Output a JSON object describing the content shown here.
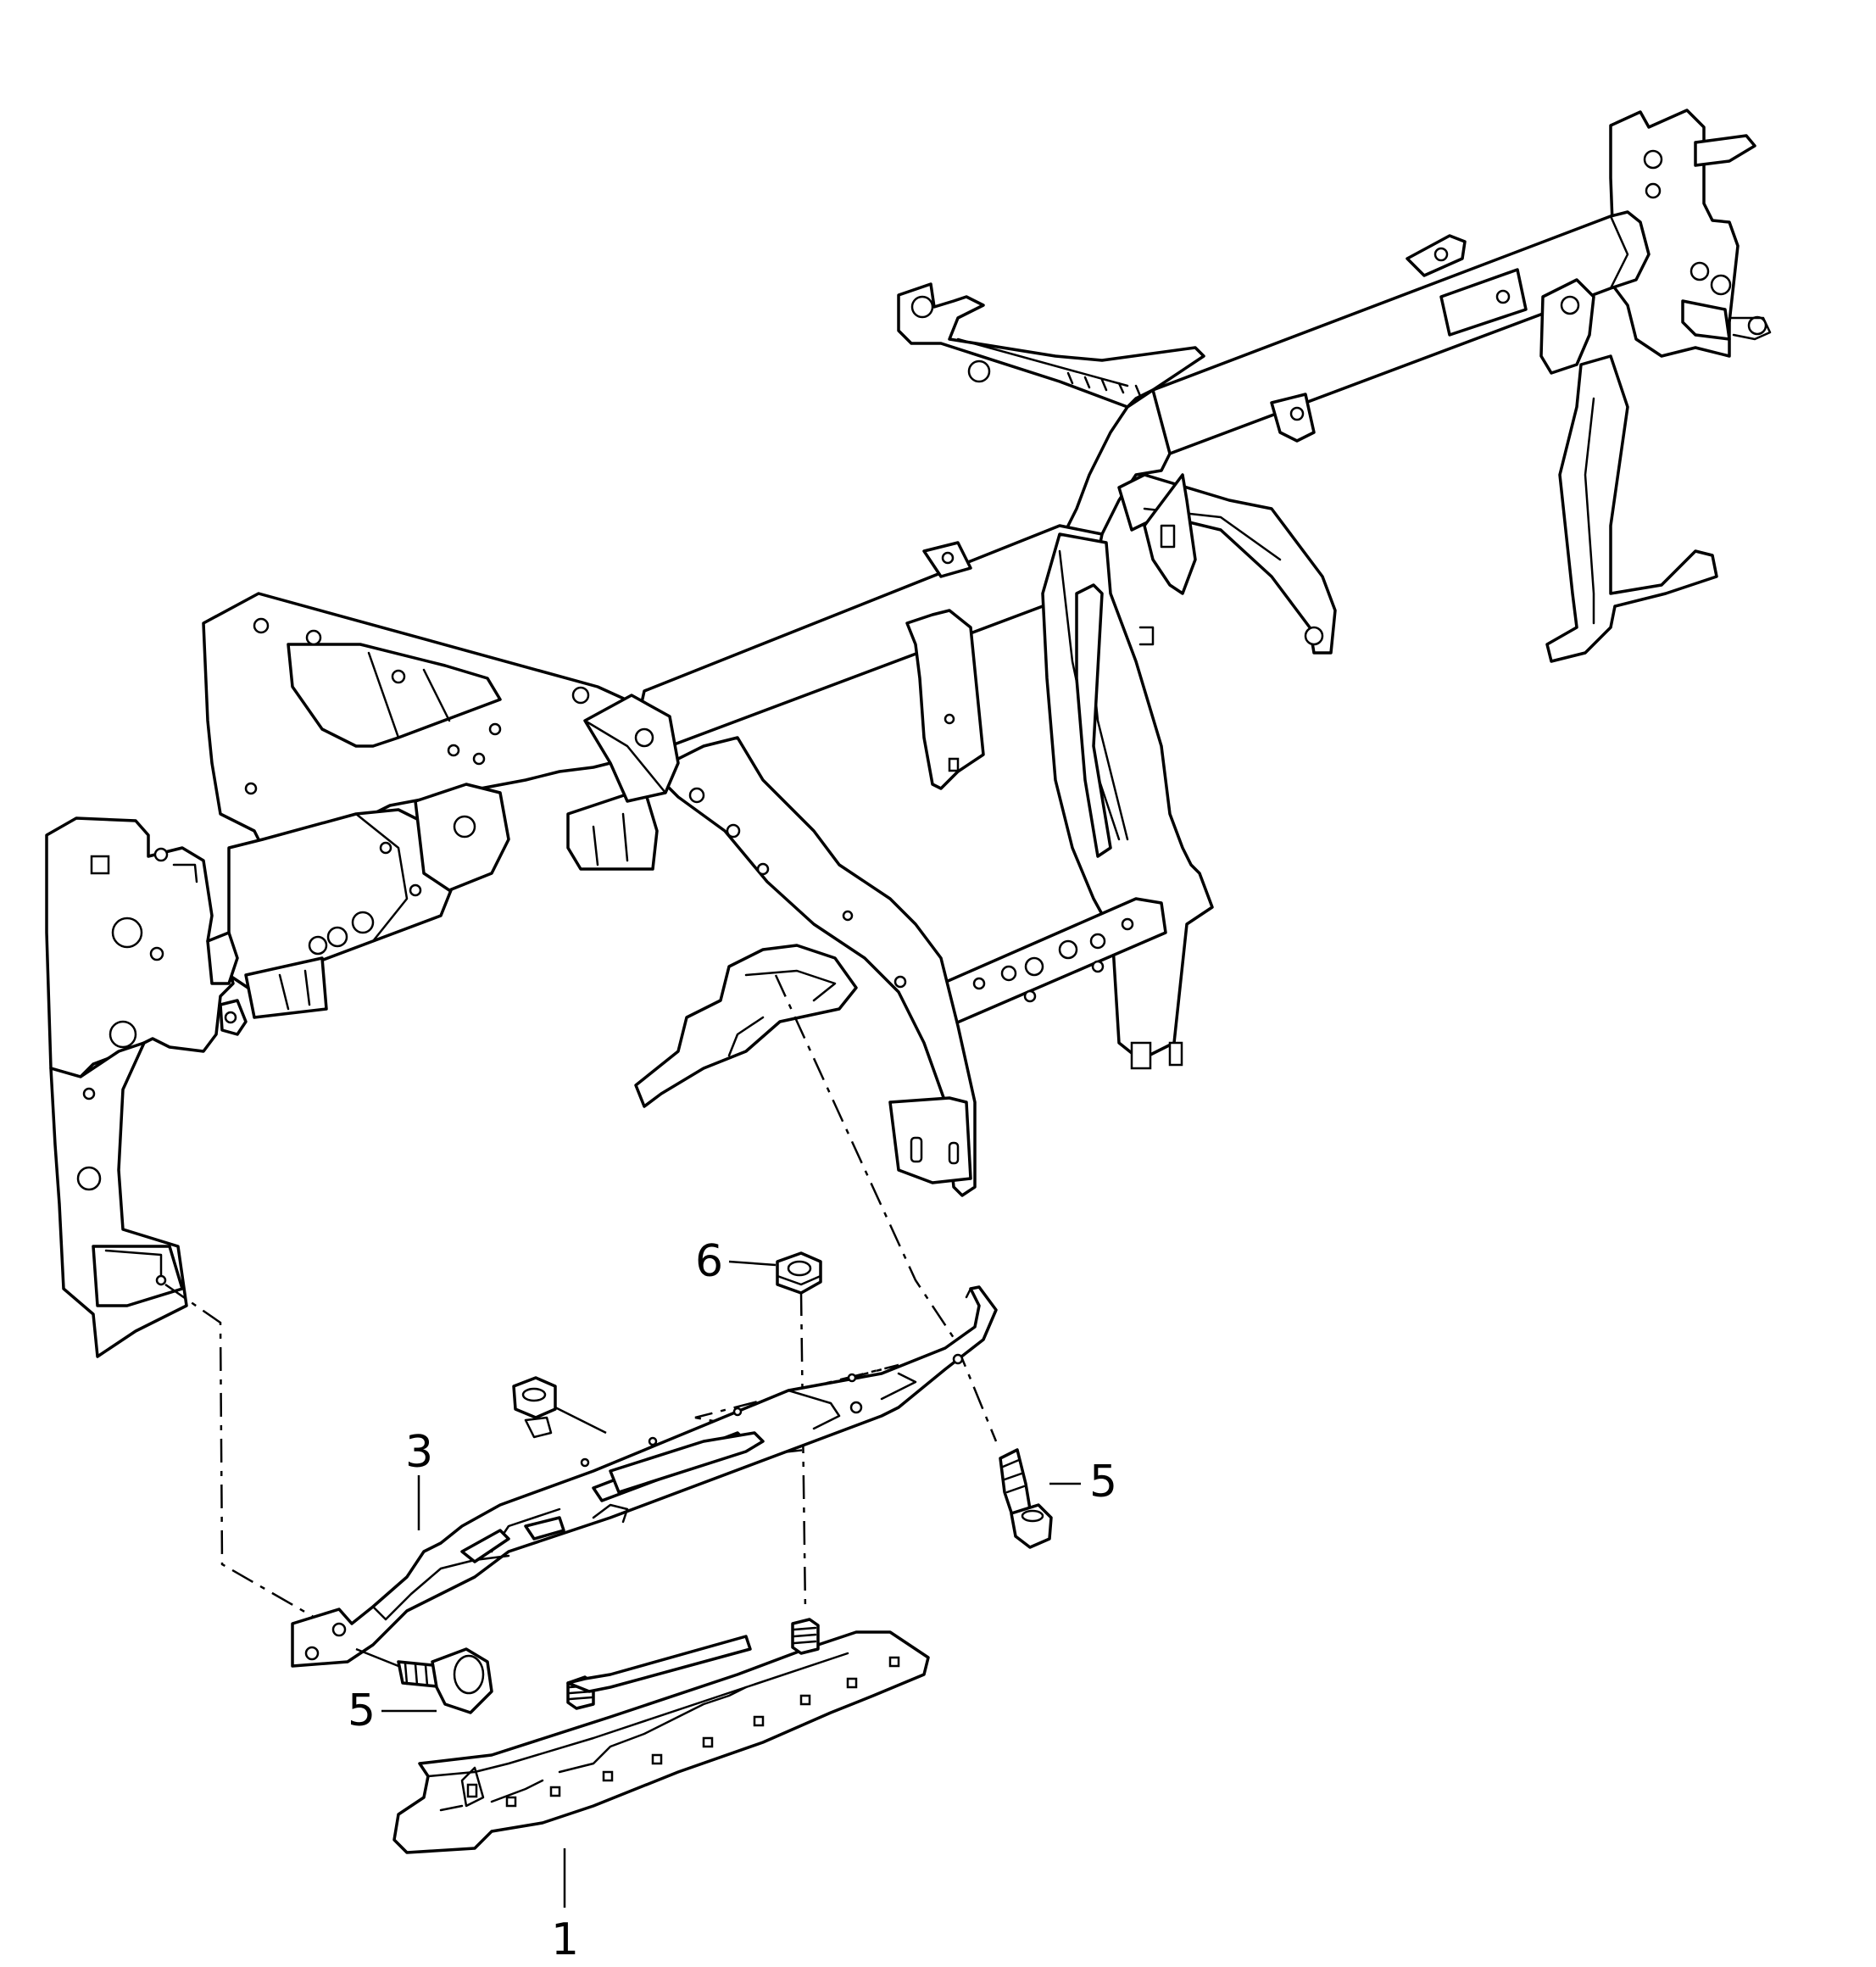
{
  "callouts": {
    "c1": "1",
    "c3": "3",
    "c5a": "5",
    "c5b": "5",
    "c6": "6"
  },
  "colors": {
    "line": "#000000",
    "background": "#ffffff"
  }
}
